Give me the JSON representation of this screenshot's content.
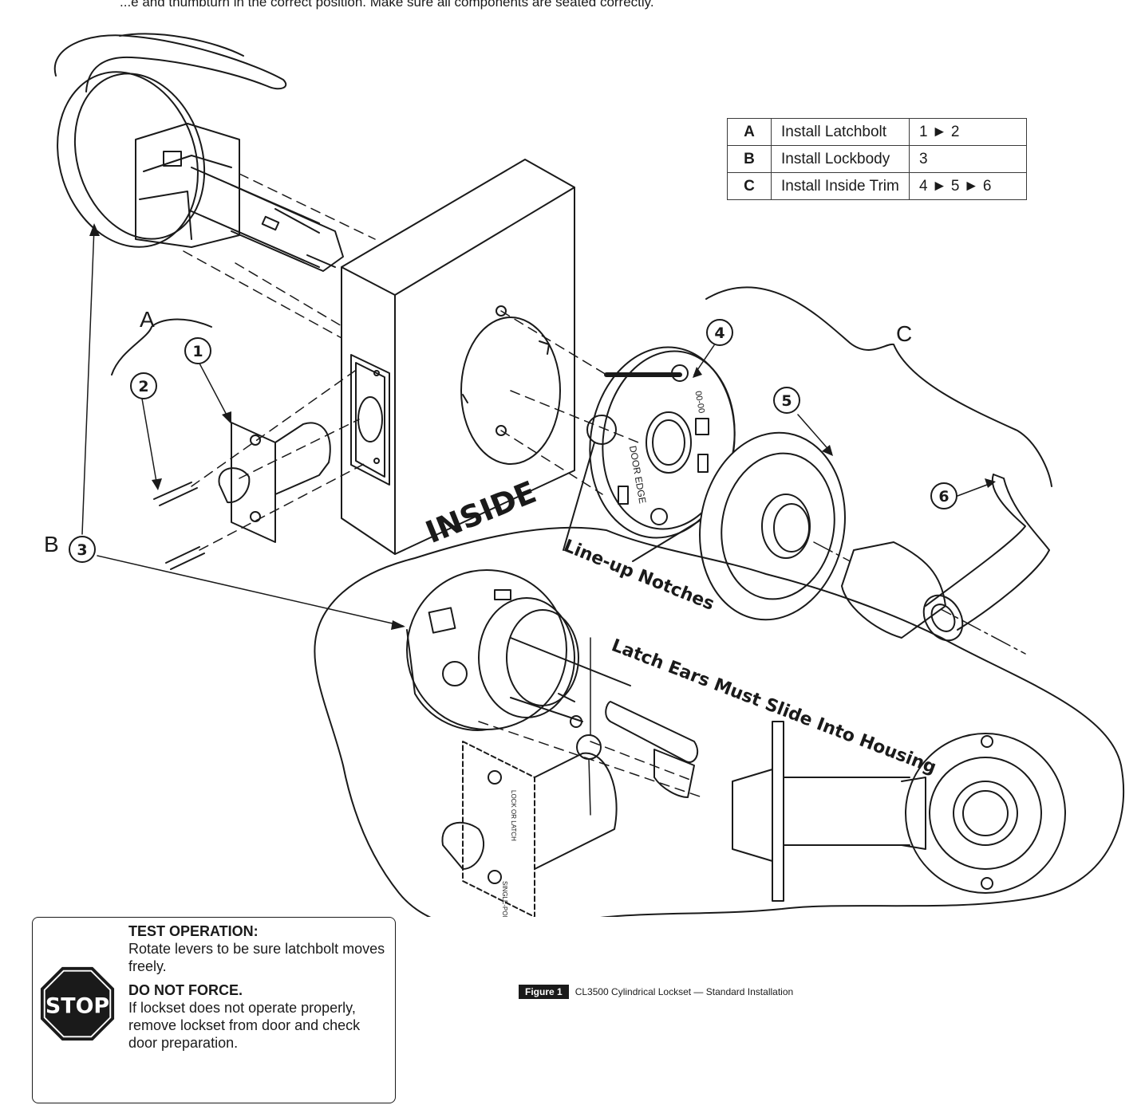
{
  "top_caption": "...e and thumbturn in the correct position. Make sure all components are seated correctly.",
  "steps_table": {
    "rows": [
      {
        "key": "A",
        "name": "Install Latchbolt",
        "steps": "1 ► 2"
      },
      {
        "key": "B",
        "name": "Install Lockbody",
        "steps": "3"
      },
      {
        "key": "C",
        "name": "Install Inside Trim",
        "steps": "4 ► 5 ► 6"
      }
    ]
  },
  "group_labels": {
    "a": "A",
    "b": "B",
    "c": "C"
  },
  "callouts": [
    "1",
    "2",
    "3",
    "4",
    "5",
    "6"
  ],
  "door_label": "INSIDE",
  "part_marks": {
    "door_edge": "DOOR EDGE",
    "lock_or_latch": "LOCK OR LATCH",
    "single_point": "SINGLE-POINT",
    "rose_code": "00-00"
  },
  "annotations": {
    "line_up": "Line-up Notches",
    "latch_ears": "Latch Ears Must Slide Into Housing"
  },
  "caption": {
    "tag": "Figure 1",
    "text": "CL3500 Cylindrical Lockset — Standard Installation"
  },
  "test_operation": {
    "stop_sign": "STOP",
    "heading1": "TEST OPERATION:",
    "body1": "Rotate levers to be sure latchbolt moves freely.",
    "heading2": "DO NOT FORCE.",
    "body2": "If lockset does not operate properly, remove lockset from door and check door preparation."
  }
}
